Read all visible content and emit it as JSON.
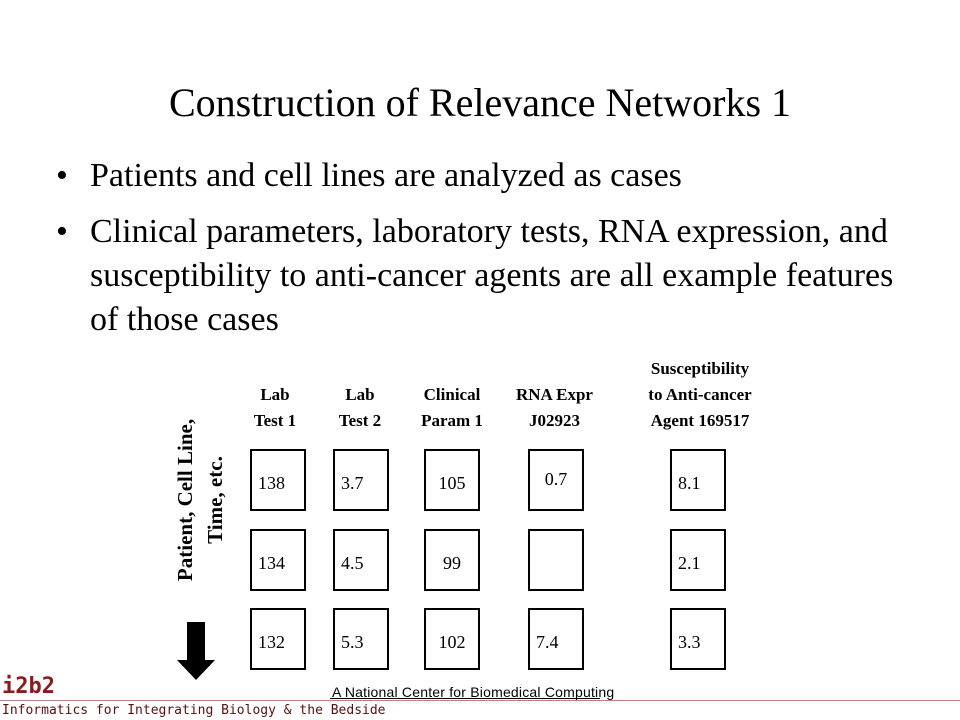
{
  "slide": {
    "title": "Construction of Relevance Networks 1",
    "bullets": [
      "Patients and cell lines are analyzed as cases",
      "Clinical parameters, laboratory tests, RNA expression, and susceptibility to anti-cancer agents are all example features of those cases"
    ],
    "bullet_glyph": "•"
  },
  "table": {
    "row_label": [
      "Patient, Cell Line,",
      "Time, etc."
    ],
    "columns": [
      {
        "header": [
          "Lab",
          "Test 1"
        ],
        "values": [
          "138",
          "134",
          "132"
        ]
      },
      {
        "header": [
          "Lab",
          "Test 2"
        ],
        "values": [
          "3.7",
          "4.5",
          "5.3"
        ]
      },
      {
        "header": [
          "Clinical",
          "Param 1"
        ],
        "values": [
          "105",
          "99",
          "102"
        ]
      },
      {
        "header": [
          "RNA Expr",
          "J02923"
        ],
        "values": [
          "0.7",
          "",
          "7.4"
        ]
      },
      {
        "header": [
          "Susceptibility",
          "to Anti-cancer",
          "Agent 169517"
        ],
        "values": [
          "8.1",
          "2.1",
          "3.3"
        ]
      }
    ]
  },
  "footer": {
    "logo": "i2b2",
    "tagline": "Informatics for Integrating Biology & the Bedside",
    "center": "A National Center for Biomedical Computing"
  },
  "colors": {
    "logo": "#8b1a1a",
    "text": "#000000",
    "background": "#ffffff"
  }
}
